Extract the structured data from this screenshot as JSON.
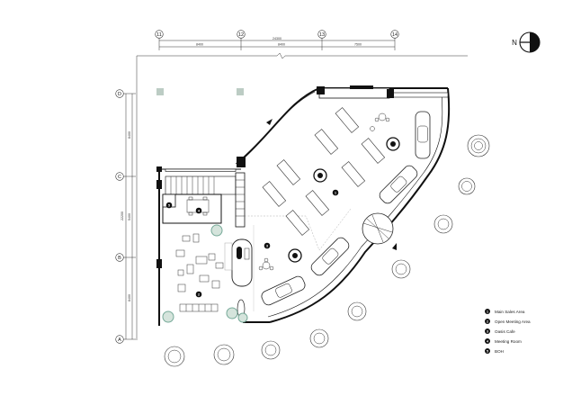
{
  "north": {
    "label": "N"
  },
  "grid_columns": [
    "11",
    "12",
    "13",
    "14"
  ],
  "grid_rows": [
    "D",
    "C",
    "B",
    "A"
  ],
  "dimensions": {
    "top_total": "24300",
    "top_spans": [
      "8400",
      "8400",
      "7500"
    ],
    "left_total": "22200",
    "left_spans": [
      "8400",
      "5400",
      "8400"
    ]
  },
  "legend": [
    {
      "num": "1",
      "label": "Main Sales Area"
    },
    {
      "num": "2",
      "label": "Open Meeting Area"
    },
    {
      "num": "3",
      "label": "Oasis Cafe"
    },
    {
      "num": "4",
      "label": "Meeting Room"
    },
    {
      "num": "5",
      "label": "BOH"
    }
  ],
  "colors": {
    "line": "#111111",
    "fill_gray": "#e6e6e6",
    "green": "#b9d3c6"
  }
}
